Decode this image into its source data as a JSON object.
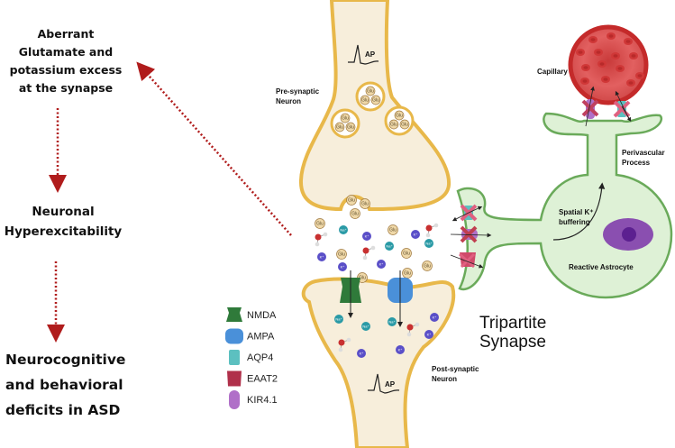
{
  "flowchart": {
    "step1": "Aberrant Glutamate and potassium excess at the synapse",
    "step2": "Neuronal Hyperexcitability",
    "step3": "Neurocognitive and behavioral deficits in ASD",
    "arrow_color": "#b01c1c"
  },
  "labels": {
    "pre_synaptic": [
      "Pre-synaptic",
      "Neuron"
    ],
    "post_synaptic": [
      "Post-synaptic",
      "Neuron"
    ],
    "action_potential": "AP",
    "capillary": "Capillary",
    "perivascular": [
      "Perivascular",
      "Process"
    ],
    "spatial_buffering": [
      "Spatial K⁺",
      "buffering"
    ],
    "astrocyte": "Reactive Astrocyte",
    "tripartite": [
      "Tripartite",
      "Synapse"
    ]
  },
  "particles": {
    "glutamate": "Glu",
    "sodium": "Na⁺",
    "potassium": "K⁺"
  },
  "legend": [
    {
      "name": "NMDA",
      "color": "#2f7a3a"
    },
    {
      "name": "AMPA",
      "color": "#4a90d9"
    },
    {
      "name": "AQP4",
      "color": "#5cc0c0"
    },
    {
      "name": "EAAT2",
      "color": "#b0304a"
    },
    {
      "name": "KIR4.1",
      "color": "#b070c8"
    }
  ],
  "colors": {
    "neuron_fill": "#f7eedb",
    "neuron_stroke": "#e8b84a",
    "astrocyte_fill": "#def1d6",
    "astrocyte_stroke": "#6aaa5a",
    "capillary_fill": "#d95050",
    "capillary_stroke": "#c42a2a",
    "nucleus": "#8a4fb0"
  }
}
